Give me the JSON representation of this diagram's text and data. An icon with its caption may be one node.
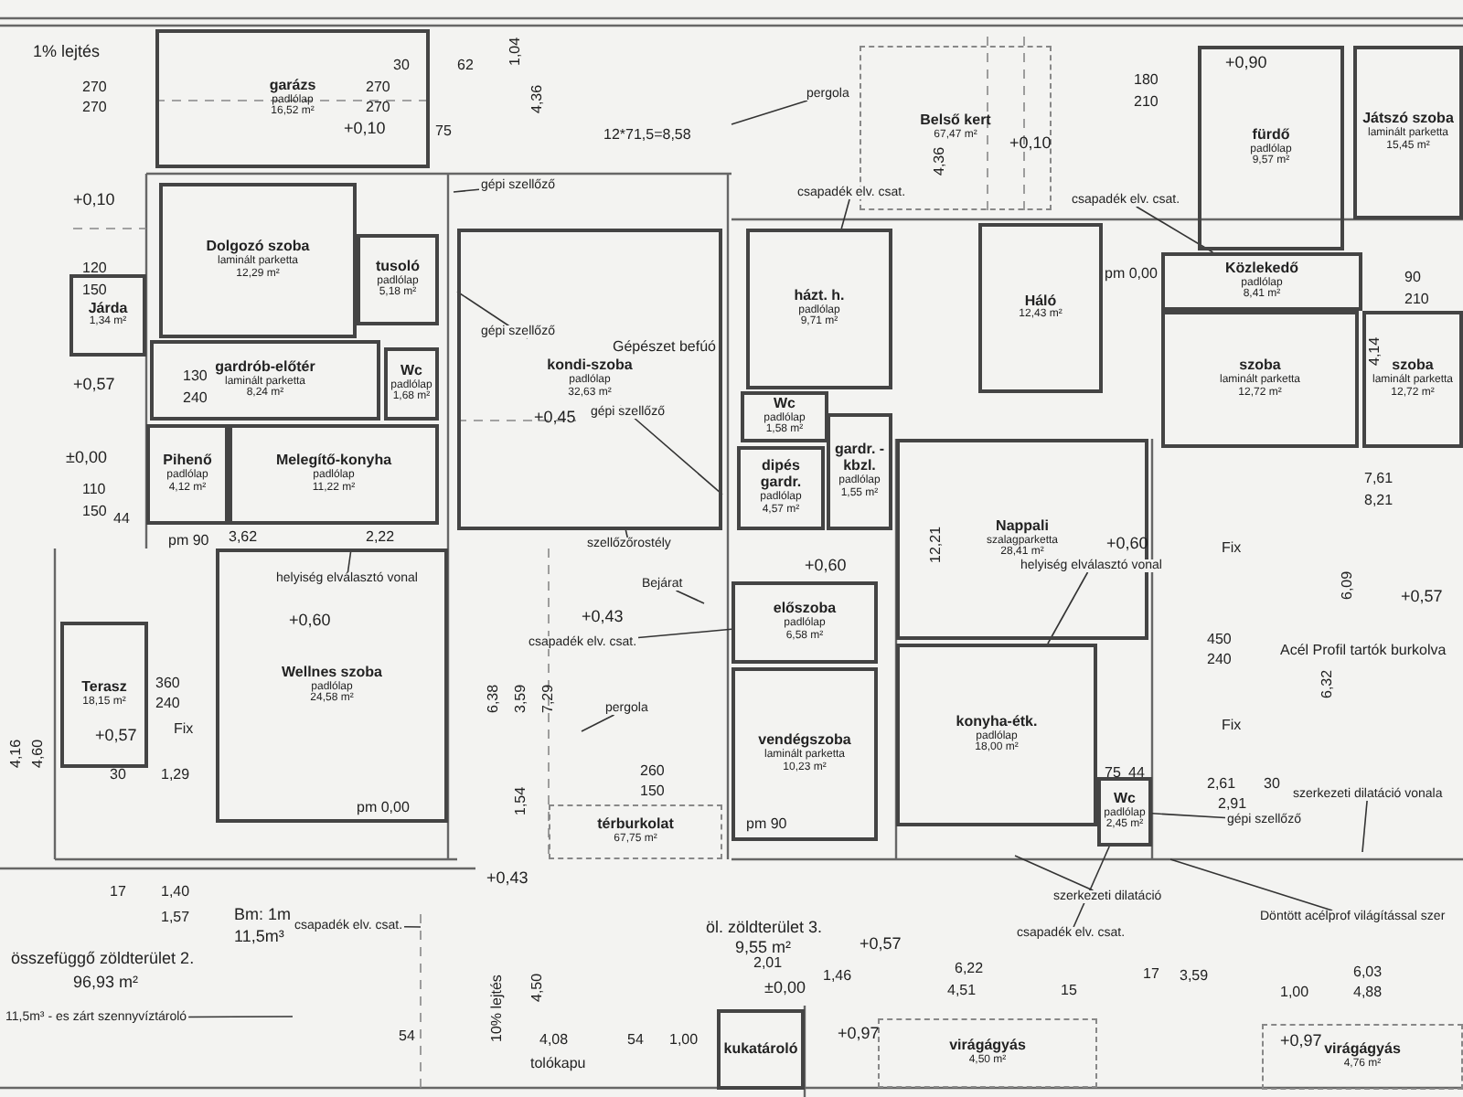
{
  "diagram": {
    "nodes": [
      {
        "text": [
          "garázs",
          "padlólap",
          "16,52 m²"
        ]
      },
      {
        "text": [
          "Dolgozó szoba",
          "laminált parketta",
          "12,29 m²"
        ]
      },
      {
        "text": [
          "tusoló",
          "padlólap",
          "5,18 m²"
        ]
      },
      {
        "text": [
          "gardrób-előtér",
          "laminált parketta",
          "8,24 m²"
        ]
      },
      {
        "text": [
          "Wc",
          "padlólap",
          "1,68 m²"
        ]
      },
      {
        "text": [
          "Járda",
          "1,34 m²"
        ]
      },
      {
        "text": [
          "Pihenő",
          "padlólap",
          "4,12 m²"
        ]
      },
      {
        "text": [
          "Melegítő-konyha",
          "padlólap",
          "11,22 m²"
        ]
      },
      {
        "text": [
          "Terasz",
          "18,15 m²"
        ]
      },
      {
        "text": [
          "Wellnes szoba",
          "padlólap",
          "24,58 m²"
        ]
      },
      {
        "text": [
          "kondi-szoba",
          "padlólap",
          "32,63 m²"
        ]
      },
      {
        "text": [
          "házt. h.",
          "padlólap",
          "9,71 m²"
        ]
      },
      {
        "text": [
          "Wc",
          "padlólap",
          "1,58 m²"
        ]
      },
      {
        "text": [
          "dipés gardr.",
          "padlólap",
          "4,57 m²"
        ]
      },
      {
        "text": [
          "gardr. - kbzl.",
          "padlólap",
          "1,55 m²"
        ]
      },
      {
        "text": [
          "Belső kert",
          "67,47 m²"
        ]
      },
      {
        "text": [
          "Háló",
          "12,43 m²"
        ]
      },
      {
        "text": [
          "fürdő",
          "padlólap",
          "9,57 m²"
        ]
      },
      {
        "text": [
          "Játszó szoba",
          "laminált parketta",
          "15,45 m²"
        ]
      },
      {
        "text": [
          "Közlekedő",
          "padlólap",
          "8,41 m²"
        ]
      },
      {
        "text": [
          "szoba",
          "laminált parketta",
          "12,72 m²"
        ]
      },
      {
        "text": [
          "szoba",
          "laminált parketta",
          "12,72 m²"
        ]
      },
      {
        "text": [
          "Nappali",
          "szalagparketta",
          "28,41 m²"
        ]
      },
      {
        "text": [
          "előszoba",
          "padlólap",
          "6,58 m²"
        ]
      },
      {
        "text": [
          "vendégszoba",
          "laminált parketta",
          "10,23 m²"
        ]
      },
      {
        "text": [
          "konyha-étk.",
          "padlólap",
          "18,00 m²"
        ]
      },
      {
        "text": [
          "Wc",
          "padlólap",
          "2,45 m²"
        ]
      },
      {
        "text": [
          "térburkolat",
          "67,75 m²"
        ]
      },
      {
        "text": [
          "kukatároló"
        ]
      },
      {
        "text": [
          "virágágyás",
          "4,50 m²"
        ]
      },
      {
        "text": [
          "virágágyás",
          "4,76 m²"
        ]
      },
      {
        "text": [
          "pergola"
        ]
      },
      {
        "text": [
          "gépi szellőző"
        ]
      },
      {
        "text": [
          "csapadék elv. csat."
        ]
      },
      {
        "text": [
          "gépi szellőző"
        ],
        "in": 10
      },
      {
        "text": [
          "gépi szellőző"
        ],
        "in": 10
      },
      {
        "text": [
          "szellőzőrostély"
        ]
      },
      {
        "text": [
          "Bejárat"
        ]
      },
      {
        "text": [
          "csapadék elv. csat."
        ]
      },
      {
        "text": [
          "pergola"
        ]
      },
      {
        "text": [
          "helyiség elválasztó vonal"
        ],
        "in": 9
      },
      {
        "text": [
          "helyiség elválasztó vonal"
        ]
      },
      {
        "text": [
          "csapadék elv. csat."
        ]
      },
      {
        "text": [
          "csapadék elv. csat."
        ]
      },
      {
        "text": [
          "szerkezeti dilatáció"
        ]
      },
      {
        "text": [
          "gépi szellőző"
        ]
      },
      {
        "text": [
          "szerkezeti dilatáció vonala"
        ]
      },
      {
        "text": [
          "Döntött acélprof világítással szer"
        ]
      },
      {
        "text": [
          "csapadék elv. csat."
        ]
      },
      {
        "text": [
          "11,5m³ - es zárt szennyvíztároló"
        ]
      }
    ],
    "edges": [
      {
        "from": 31,
        "to": null,
        "arrow": "none"
      },
      {
        "from": 32,
        "to": null,
        "arrow": "none"
      },
      {
        "from": 33,
        "to": 11,
        "arrow": "none"
      },
      {
        "from": 34,
        "to": 10,
        "arrow": "none"
      },
      {
        "from": 35,
        "to": 10,
        "arrow": "none"
      },
      {
        "from": 36,
        "to": 10,
        "arrow": "none"
      },
      {
        "from": 37,
        "to": null,
        "arrow": "none"
      },
      {
        "from": 38,
        "to": 23,
        "arrow": "none"
      },
      {
        "from": 39,
        "to": null,
        "arrow": "none"
      },
      {
        "from": 40,
        "to": 9,
        "arrow": "none"
      },
      {
        "from": 41,
        "to": 25,
        "arrow": "none"
      },
      {
        "from": 42,
        "to": null,
        "arrow": "none"
      },
      {
        "from": 43,
        "to": 26,
        "arrow": "none"
      },
      {
        "from": 44,
        "to": null,
        "arrow": "none"
      },
      {
        "from": 45,
        "to": 26,
        "arrow": "none"
      },
      {
        "from": 46,
        "to": null,
        "arrow": "none"
      },
      {
        "from": 47,
        "to": null,
        "arrow": "none"
      },
      {
        "from": 48,
        "to": 19,
        "arrow": "none"
      },
      {
        "from": 49,
        "to": null,
        "arrow": "none"
      }
    ],
    "labels": [
      "1% lejtés",
      "270",
      "270",
      "270",
      "270",
      "30",
      "62",
      "+0,10",
      "75",
      "4,36",
      "1,04",
      "12*71,5=8,58",
      "4,36",
      "+0,10",
      "+0,10",
      "120",
      "150",
      "+0,57",
      "130",
      "240",
      "±0,00",
      "110",
      "150",
      "44",
      "pm 90",
      "3,62",
      "2,22",
      "+0,45",
      "+0,90",
      "180",
      "210",
      "pm 0,00",
      "90",
      "210",
      "4,14",
      "7,61",
      "8,21",
      "12,21",
      "+0,60",
      "Fix",
      "450",
      "240",
      "Fix",
      "6,09",
      "6,32",
      "+0,57",
      "2,61",
      "30",
      "2,91",
      "75",
      "44",
      "+0,60",
      "+0,60",
      "+0,43",
      "360",
      "240",
      "Fix",
      "+0,57",
      "30",
      "1,29",
      "4,16",
      "4,60",
      "pm 0,00",
      "6,38",
      "3,59",
      "7,29",
      "260",
      "150",
      "1,54",
      "pm 90",
      "17",
      "1,40",
      "1,57",
      "Bm: 1m",
      "11,5m³",
      "+0,43",
      "+0,57",
      "2,01",
      "±0,00",
      "1,46",
      "6,22",
      "4,51",
      "15",
      "17",
      "3,59",
      "6,03",
      "1,00",
      "4,88",
      "4,50",
      "10% lejtés",
      "54",
      "4,08",
      "54",
      "1,00",
      "tolókapu",
      "+0,97",
      "+0,97",
      "összefüggő zöldterület 2.",
      "96,93 m²",
      "öl. zöldterület 3.",
      "9,55 m²",
      "Acél Profil tartók burkolva",
      "Gépészet befúó"
    ]
  }
}
